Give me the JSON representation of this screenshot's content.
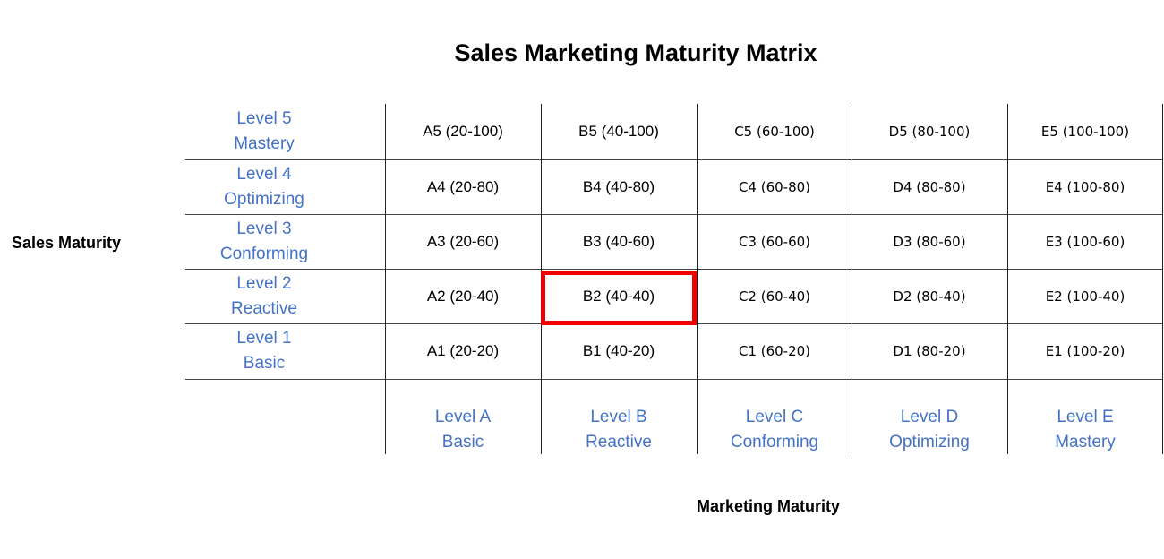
{
  "title": "Sales Marketing Maturity Matrix",
  "y_axis_label": "Sales Maturity",
  "x_axis_label": "Marketing Maturity",
  "row_labels": [
    {
      "level": "Level 5",
      "name": "Mastery"
    },
    {
      "level": "Level 4",
      "name": "Optimizing"
    },
    {
      "level": "Level 3",
      "name": "Conforming"
    },
    {
      "level": "Level 2",
      "name": "Reactive"
    },
    {
      "level": "Level 1",
      "name": "Basic"
    }
  ],
  "col_labels": [
    {
      "level": "Level A",
      "name": "Basic"
    },
    {
      "level": "Level B",
      "name": "Reactive"
    },
    {
      "level": "Level C",
      "name": "Conforming"
    },
    {
      "level": "Level D",
      "name": "Optimizing"
    },
    {
      "level": "Level E",
      "name": "Mastery"
    }
  ],
  "cells": [
    [
      "A5 (20-100)",
      "B5 (40-100)",
      "C5 (60-100)",
      "D5 (80-100)",
      "E5 (100-100)"
    ],
    [
      "A4 (20-80)",
      "B4 (40-80)",
      "C4 (60-80)",
      "D4 (80-80)",
      "E4 (100-80)"
    ],
    [
      "A3 (20-60)",
      "B3 (40-60)",
      "C3 (60-60)",
      "D3 (80-60)",
      "E3 (100-60)"
    ],
    [
      "A2 (20-40)",
      "B2 (40-40)",
      "C2 (60-40)",
      "D2 (80-40)",
      "E2 (100-40)"
    ],
    [
      "A1 (20-20)",
      "B1 (40-20)",
      "C1 (60-20)",
      "D1 (80-20)",
      "E1 (100-20)"
    ]
  ],
  "highlighted_cell": "B2 (40-40)",
  "colors": {
    "label_blue": "#4472c4",
    "highlight_red": "#ee0000"
  }
}
